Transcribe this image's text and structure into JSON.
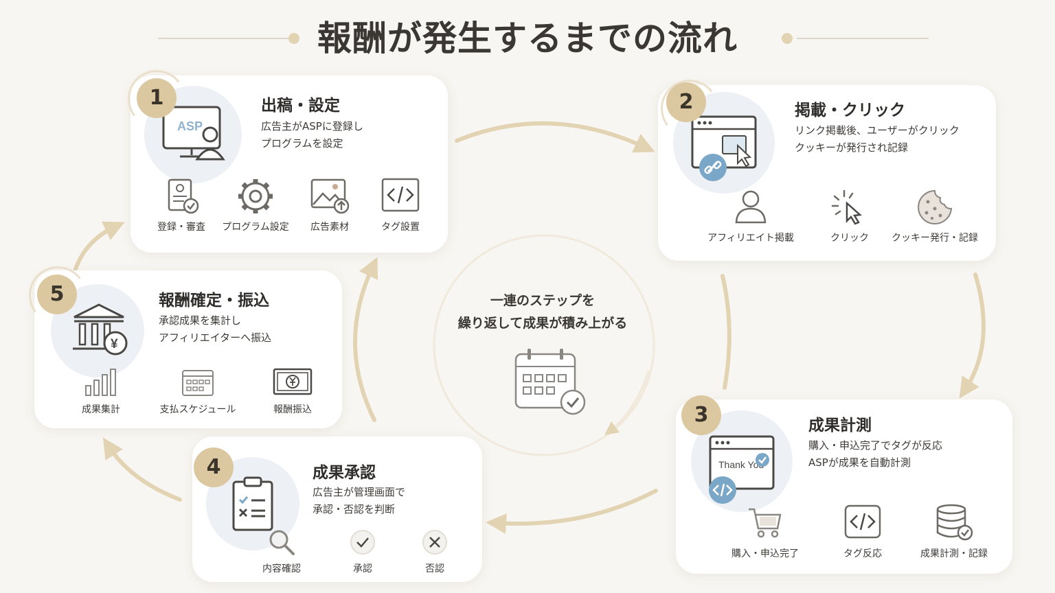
{
  "title": "報酬が発生するまでの流れ",
  "center": {
    "line1": "一連のステップを",
    "line2": "繰り返して成果が積み上がる"
  },
  "colors": {
    "accent": "#dcc8a0",
    "arrow": "#e2d3b2",
    "blue": "#7aa6c8",
    "background": "#f8f6f2"
  },
  "steps": [
    {
      "number": "1",
      "title": "出稿・設定",
      "desc": [
        "広告主がASPに登録し",
        "プログラムを設定"
      ],
      "icon_text": "ASP",
      "items": [
        {
          "label": "登録・審査",
          "icon": "doc-check-icon"
        },
        {
          "label": "プログラム設定",
          "icon": "gear-icon"
        },
        {
          "label": "広告素材",
          "icon": "image-upload-icon"
        },
        {
          "label": "タグ設置",
          "icon": "code-tag-icon"
        }
      ]
    },
    {
      "number": "2",
      "title": "掲載・クリック",
      "desc": [
        "リンク掲載後、ユーザーがクリック",
        "クッキーが発行され記録"
      ],
      "items": [
        {
          "label": "アフィリエイト掲載",
          "icon": "person-icon"
        },
        {
          "label": "クリック",
          "icon": "cursor-click-icon"
        },
        {
          "label": "クッキー発行・記録",
          "icon": "cookie-icon"
        }
      ]
    },
    {
      "number": "3",
      "title": "成果計測",
      "desc": [
        "購入・申込完了でタグが反応",
        "ASPが成果を自動計測"
      ],
      "icon_text": "Thank You",
      "items": [
        {
          "label": "購入・申込完了",
          "icon": "cart-icon"
        },
        {
          "label": "タグ反応",
          "icon": "code-tag-icon"
        },
        {
          "label": "成果計測・記録",
          "icon": "database-check-icon"
        }
      ]
    },
    {
      "number": "4",
      "title": "成果承認",
      "desc": [
        "広告主が管理画面で",
        "承認・否認を判断"
      ],
      "items": [
        {
          "label": "内容確認",
          "icon": "magnifier-icon"
        },
        {
          "label": "承認",
          "icon": "check-circle-icon"
        },
        {
          "label": "否認",
          "icon": "x-circle-icon"
        }
      ]
    },
    {
      "number": "5",
      "title": "報酬確定・振込",
      "desc": [
        "承認成果を集計し",
        "アフィリエイターへ振込"
      ],
      "icon_text": "¥",
      "items": [
        {
          "label": "成果集計",
          "icon": "bar-chart-icon"
        },
        {
          "label": "支払スケジュール",
          "icon": "calendar-icon"
        },
        {
          "label": "報酬振込",
          "icon": "banknote-icon"
        }
      ]
    }
  ]
}
